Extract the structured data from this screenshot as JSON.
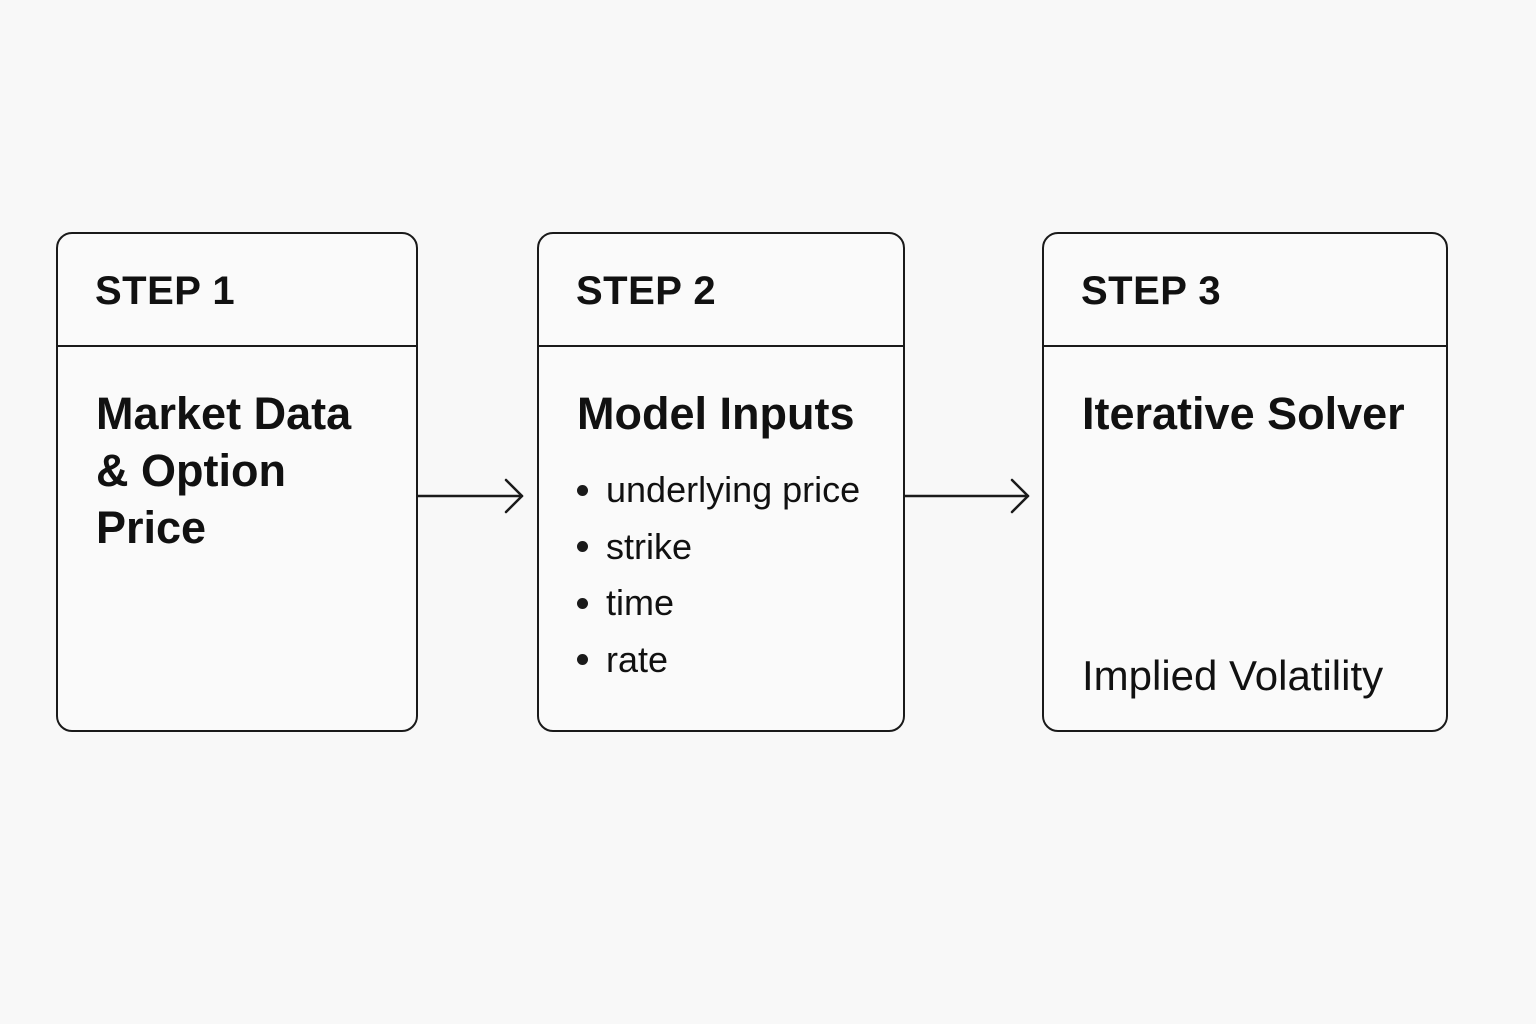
{
  "steps": [
    {
      "label": "STEP 1",
      "title_lines": [
        "Market Data",
        "& Option Price"
      ]
    },
    {
      "label": "STEP 2",
      "title": "Model Inputs",
      "bullets": [
        "underlying price",
        "strike",
        "time",
        "rate"
      ]
    },
    {
      "label": "STEP 3",
      "title": "Iterative Solver",
      "result": "Implied Volatility"
    }
  ],
  "colors": {
    "background": "#f8f8f8",
    "stroke": "#1a1a1a",
    "text": "#111111"
  }
}
